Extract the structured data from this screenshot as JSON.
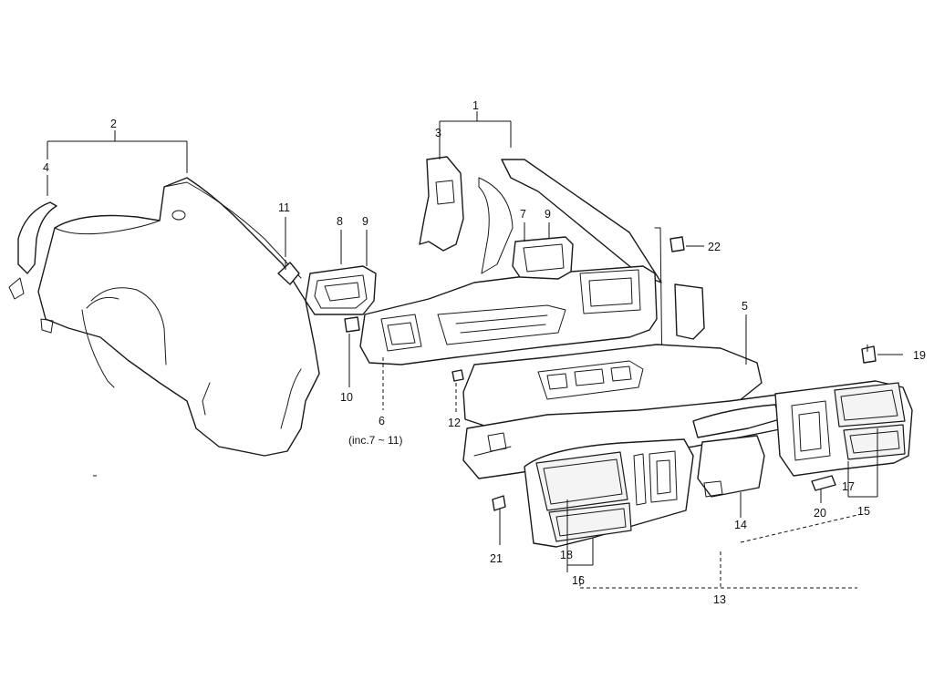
{
  "diagram": {
    "callouts": {
      "c1": "1",
      "c2": "2",
      "c3": "3",
      "c4": "4",
      "c5": "5",
      "c6": "6",
      "c6_note": "(inc.7 ~ 11)",
      "c7": "7",
      "c8": "8",
      "c9a": "9",
      "c9b": "9",
      "c10": "10",
      "c11": "11",
      "c12": "12",
      "c13": "13",
      "c14": "14",
      "c15": "15",
      "c16": "16",
      "c17": "17",
      "c18": "18",
      "c19": "19",
      "c20": "20",
      "c21": "21",
      "c22": "22"
    }
  }
}
